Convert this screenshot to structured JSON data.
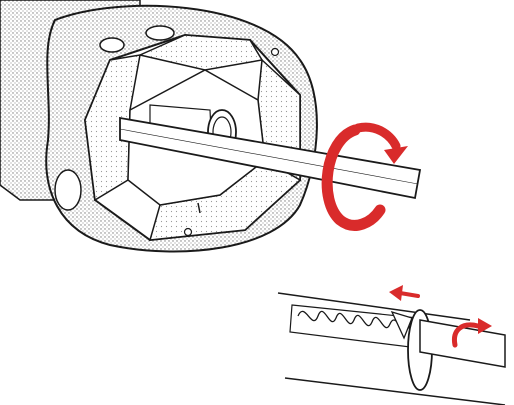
{
  "figure": {
    "colors": {
      "ink": "#1a1a1a",
      "stipple": "#8d8d8d",
      "background": "#ffffff",
      "arrow_red": "#d92b2b"
    },
    "icons": {
      "rotate_arrow_large": "clockwise-rotation-arrow",
      "slide_arrow_small": "left-pointing-arrow",
      "rotate_arrow_small": "curved-up-arrow"
    }
  }
}
